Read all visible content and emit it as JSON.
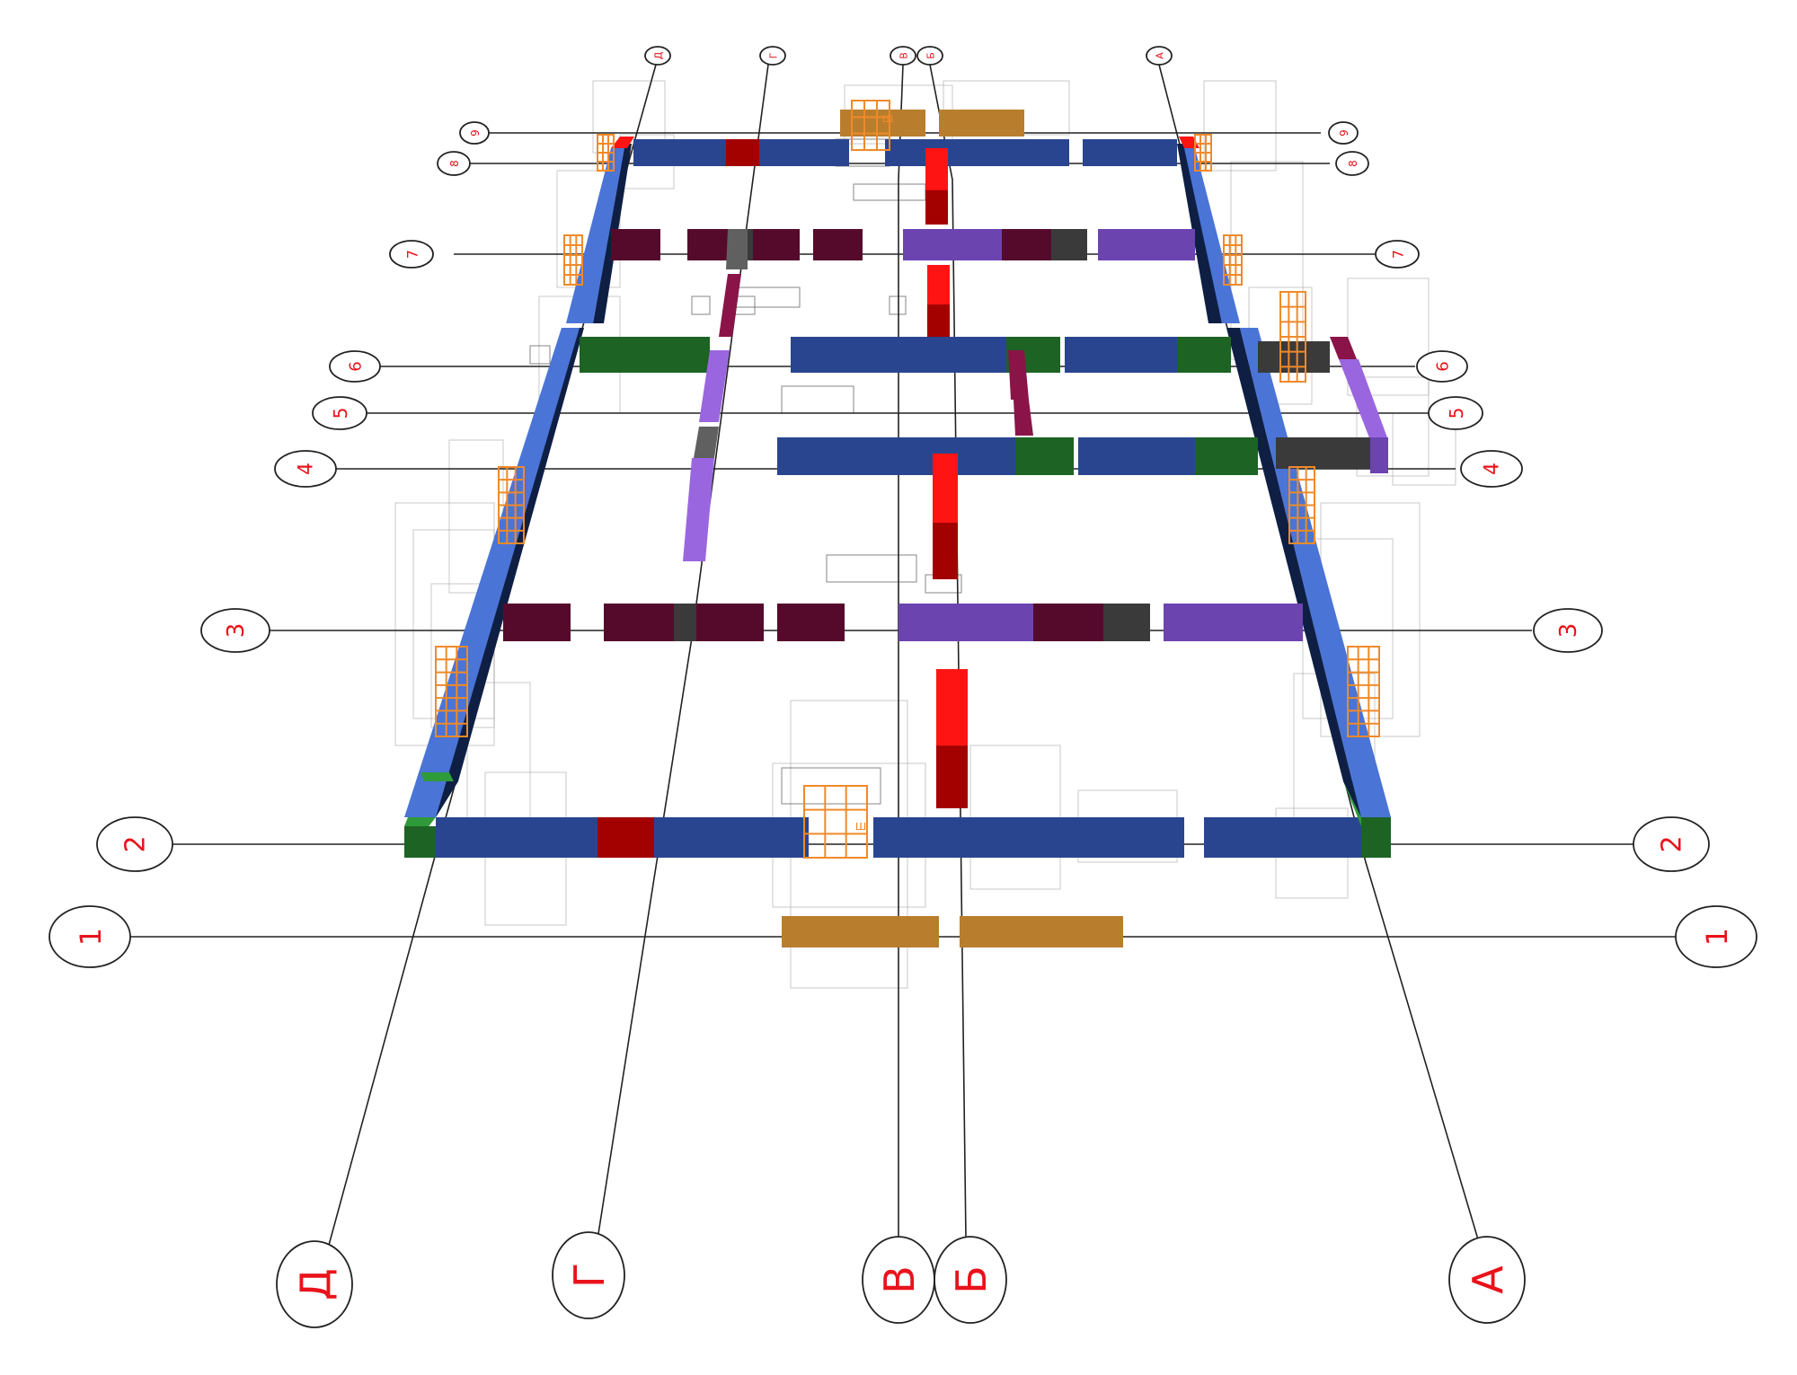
{
  "legend": {
    "wall_types": [
      {
        "key": "blue",
        "color": "#4a74d6",
        "shade": "#2a4590",
        "side": "#0f1f44"
      },
      {
        "key": "red",
        "color": "#ff1414",
        "shade": "#a30000",
        "side": "#5a0000"
      },
      {
        "key": "green",
        "color": "#2f9a3a",
        "shade": "#1d6324",
        "side": "#0c3311"
      },
      {
        "key": "maroon",
        "color": "#8a1448",
        "shade": "#560a2b",
        "side": "#2a0414"
      },
      {
        "key": "purple",
        "color": "#9a66e0",
        "shade": "#6c44b0",
        "side": "#3a2466"
      },
      {
        "key": "gray",
        "color": "#606060",
        "shade": "#3a3a3a",
        "side": "#1f1f1f"
      },
      {
        "key": "orange",
        "color": "#f5b55a",
        "shade": "#b97d2e",
        "side": "#7a4f17"
      }
    ]
  },
  "grid_axes": {
    "letters": {
      "front": [
        "Д",
        "Г",
        "В",
        "Б",
        "А"
      ],
      "back": [
        "Д",
        "Г",
        "В",
        "Б",
        "А"
      ]
    },
    "numbers": {
      "left": [
        "9",
        "8",
        "7",
        "6",
        "5",
        "4",
        "3",
        "2",
        "1"
      ],
      "right": [
        "9",
        "8",
        "7",
        "6",
        "5",
        "4",
        "3",
        "2",
        "1"
      ]
    }
  },
  "window_marks": [
    "ш",
    "ш"
  ]
}
